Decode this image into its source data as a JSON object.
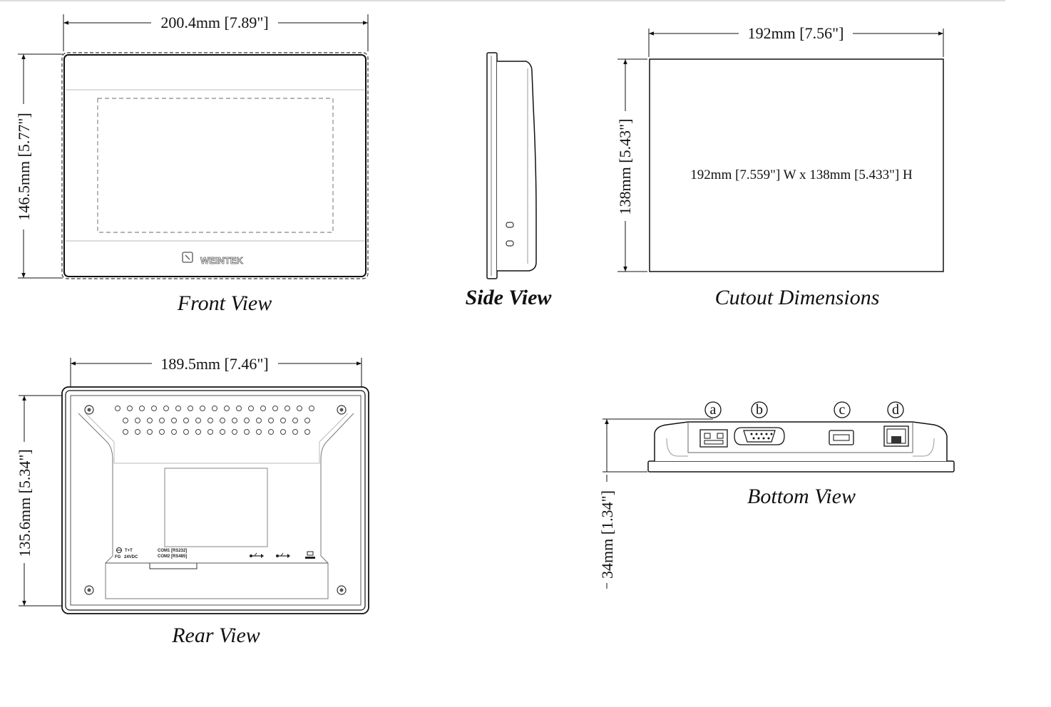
{
  "front": {
    "title": "Front View",
    "width": "200.4mm [7.89\"]",
    "height": "146.5mm [5.77\"]",
    "logo": "WEINTEK"
  },
  "side": {
    "title": "Side View"
  },
  "cutout": {
    "title": "Cutout Dimensions",
    "width": "192mm [7.56\"]",
    "height": "138mm [5.43\"]",
    "label": "192mm [7.559\"] W x 138mm [5.433\"] H"
  },
  "rear": {
    "title": "Rear View",
    "width": "189.5mm [7.46\"]",
    "height": "135.6mm [5.34\"]",
    "label_fg": "FG",
    "label_power": "24VDC",
    "label_com1": "COM1 [RS232]",
    "label_com2": "COM2 [RS485]"
  },
  "bottom": {
    "title": "Bottom View",
    "depth": "34mm [1.34\"]",
    "ports": [
      "a",
      "b",
      "c",
      "d"
    ]
  }
}
